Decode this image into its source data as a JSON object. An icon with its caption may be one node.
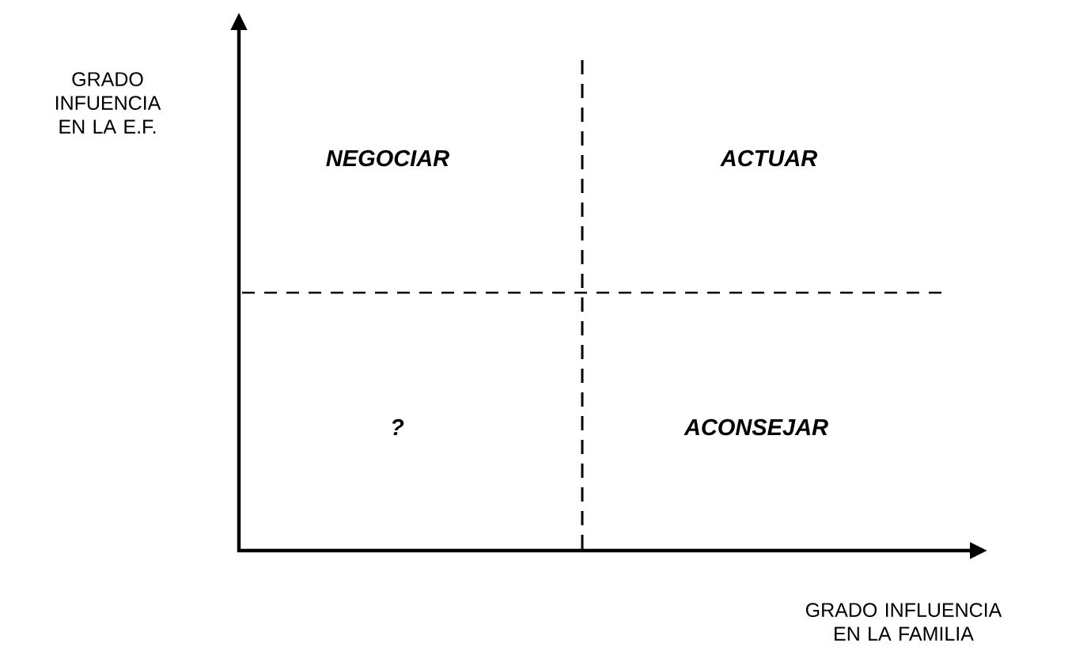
{
  "diagram": {
    "labels": [
      "GRADO INFUENCIA EN LA E.F.",
      "NEGOCIAR",
      "ACTUAR",
      "?",
      "ACONSEJAR",
      "GRADO INFLUENCIA EN LA FAMILIA"
    ]
  }
}
